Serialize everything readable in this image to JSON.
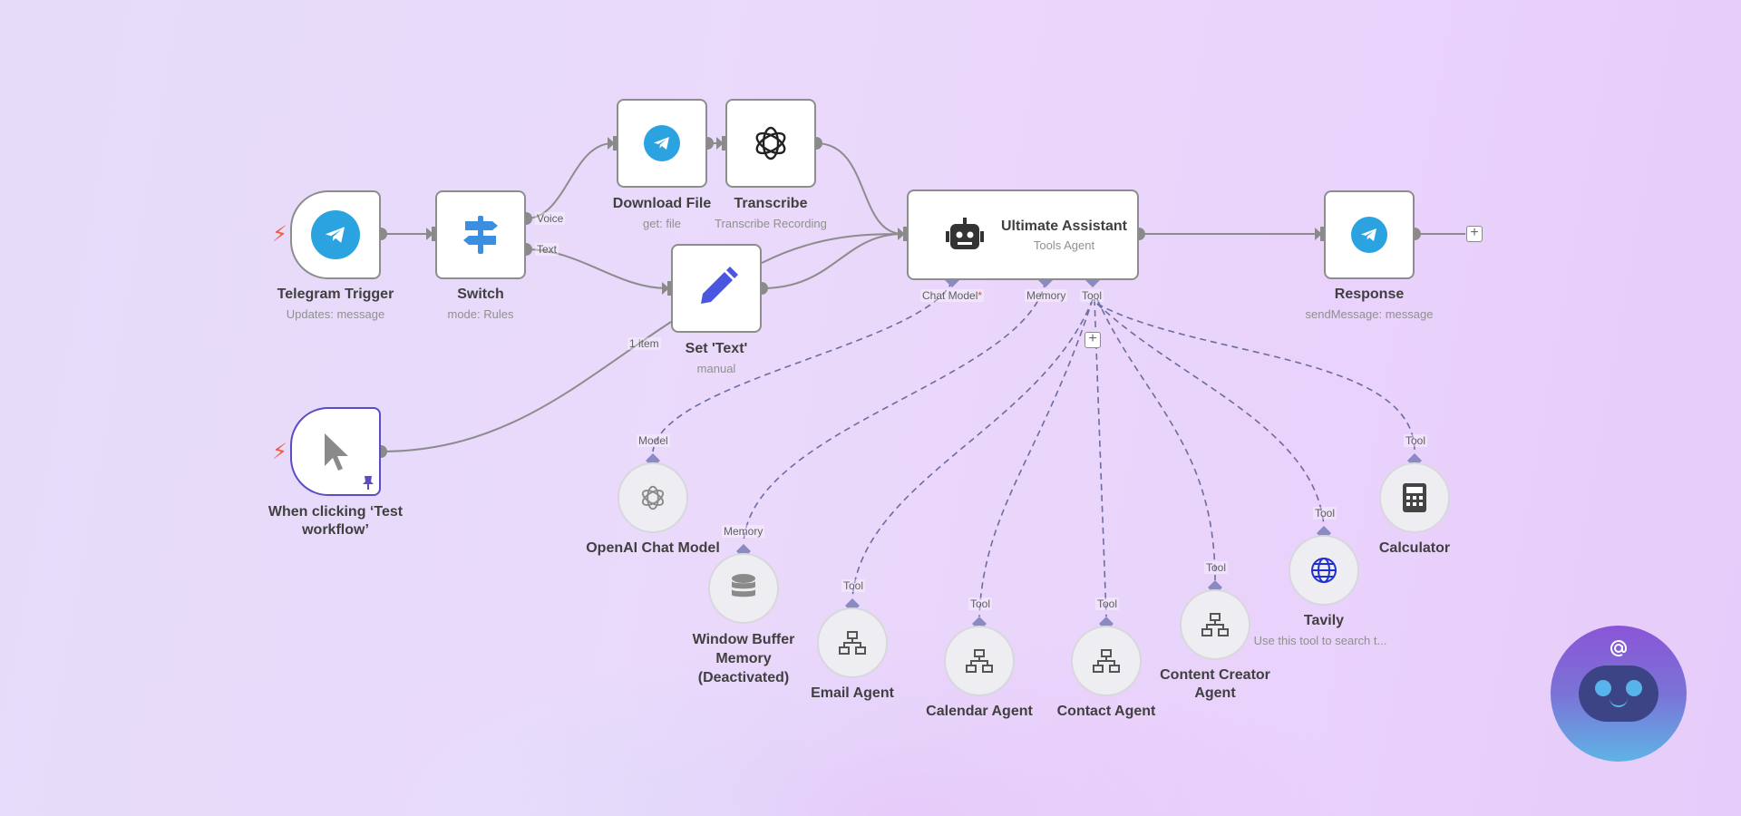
{
  "nodes": {
    "telegram_trigger": {
      "title": "Telegram Trigger",
      "subtitle": "Updates: message"
    },
    "switch": {
      "title": "Switch",
      "subtitle": "mode: Rules",
      "outputs": [
        "Voice",
        "Text"
      ]
    },
    "download_file": {
      "title": "Download File",
      "subtitle": "get: file"
    },
    "transcribe": {
      "title": "Transcribe",
      "subtitle": "Transcribe Recording"
    },
    "set_text": {
      "title": "Set 'Text'",
      "subtitle": "manual"
    },
    "manual_trigger": {
      "title": "When clicking ‘Test workflow’"
    },
    "agent": {
      "title": "Ultimate Assistant",
      "subtitle": "Tools Agent",
      "ports": [
        "Chat Model",
        "Memory",
        "Tool"
      ],
      "required_mark": "*"
    },
    "response": {
      "title": "Response",
      "subtitle": "sendMessage: message"
    },
    "openai_model": {
      "title": "OpenAI Chat Model",
      "port": "Model"
    },
    "memory": {
      "title": "Window Buffer Memory (Deactivated)",
      "port": "Memory"
    },
    "email_agent": {
      "title": "Email Agent",
      "port": "Tool"
    },
    "calendar_agent": {
      "title": "Calendar Agent",
      "port": "Tool"
    },
    "contact_agent": {
      "title": "Contact Agent",
      "port": "Tool"
    },
    "content_agent": {
      "title": "Content Creator Agent",
      "port": "Tool"
    },
    "tavily": {
      "title": "Tavily",
      "subtitle": "Use this tool to search t...",
      "port": "Tool"
    },
    "calculator": {
      "title": "Calculator",
      "port": "Tool"
    }
  },
  "edge_labels": {
    "items": "1 item"
  },
  "icons": {
    "telegram": "telegram-icon",
    "switch": "signpost-icon",
    "openai": "openai-icon",
    "pencil": "pencil-icon",
    "cursor": "cursor-icon",
    "robot": "robot-icon",
    "database": "database-icon",
    "network": "network-icon",
    "globe": "globe-icon",
    "calculator": "calculator-icon",
    "pin": "pin-icon",
    "bolt": "bolt-icon",
    "at": "at-icon"
  },
  "colors": {
    "telegram": "#2aa3e0",
    "trigger_bolt": "#ef5a43",
    "selected_border": "#5b4cc4",
    "connector": "#8a8ac4"
  }
}
